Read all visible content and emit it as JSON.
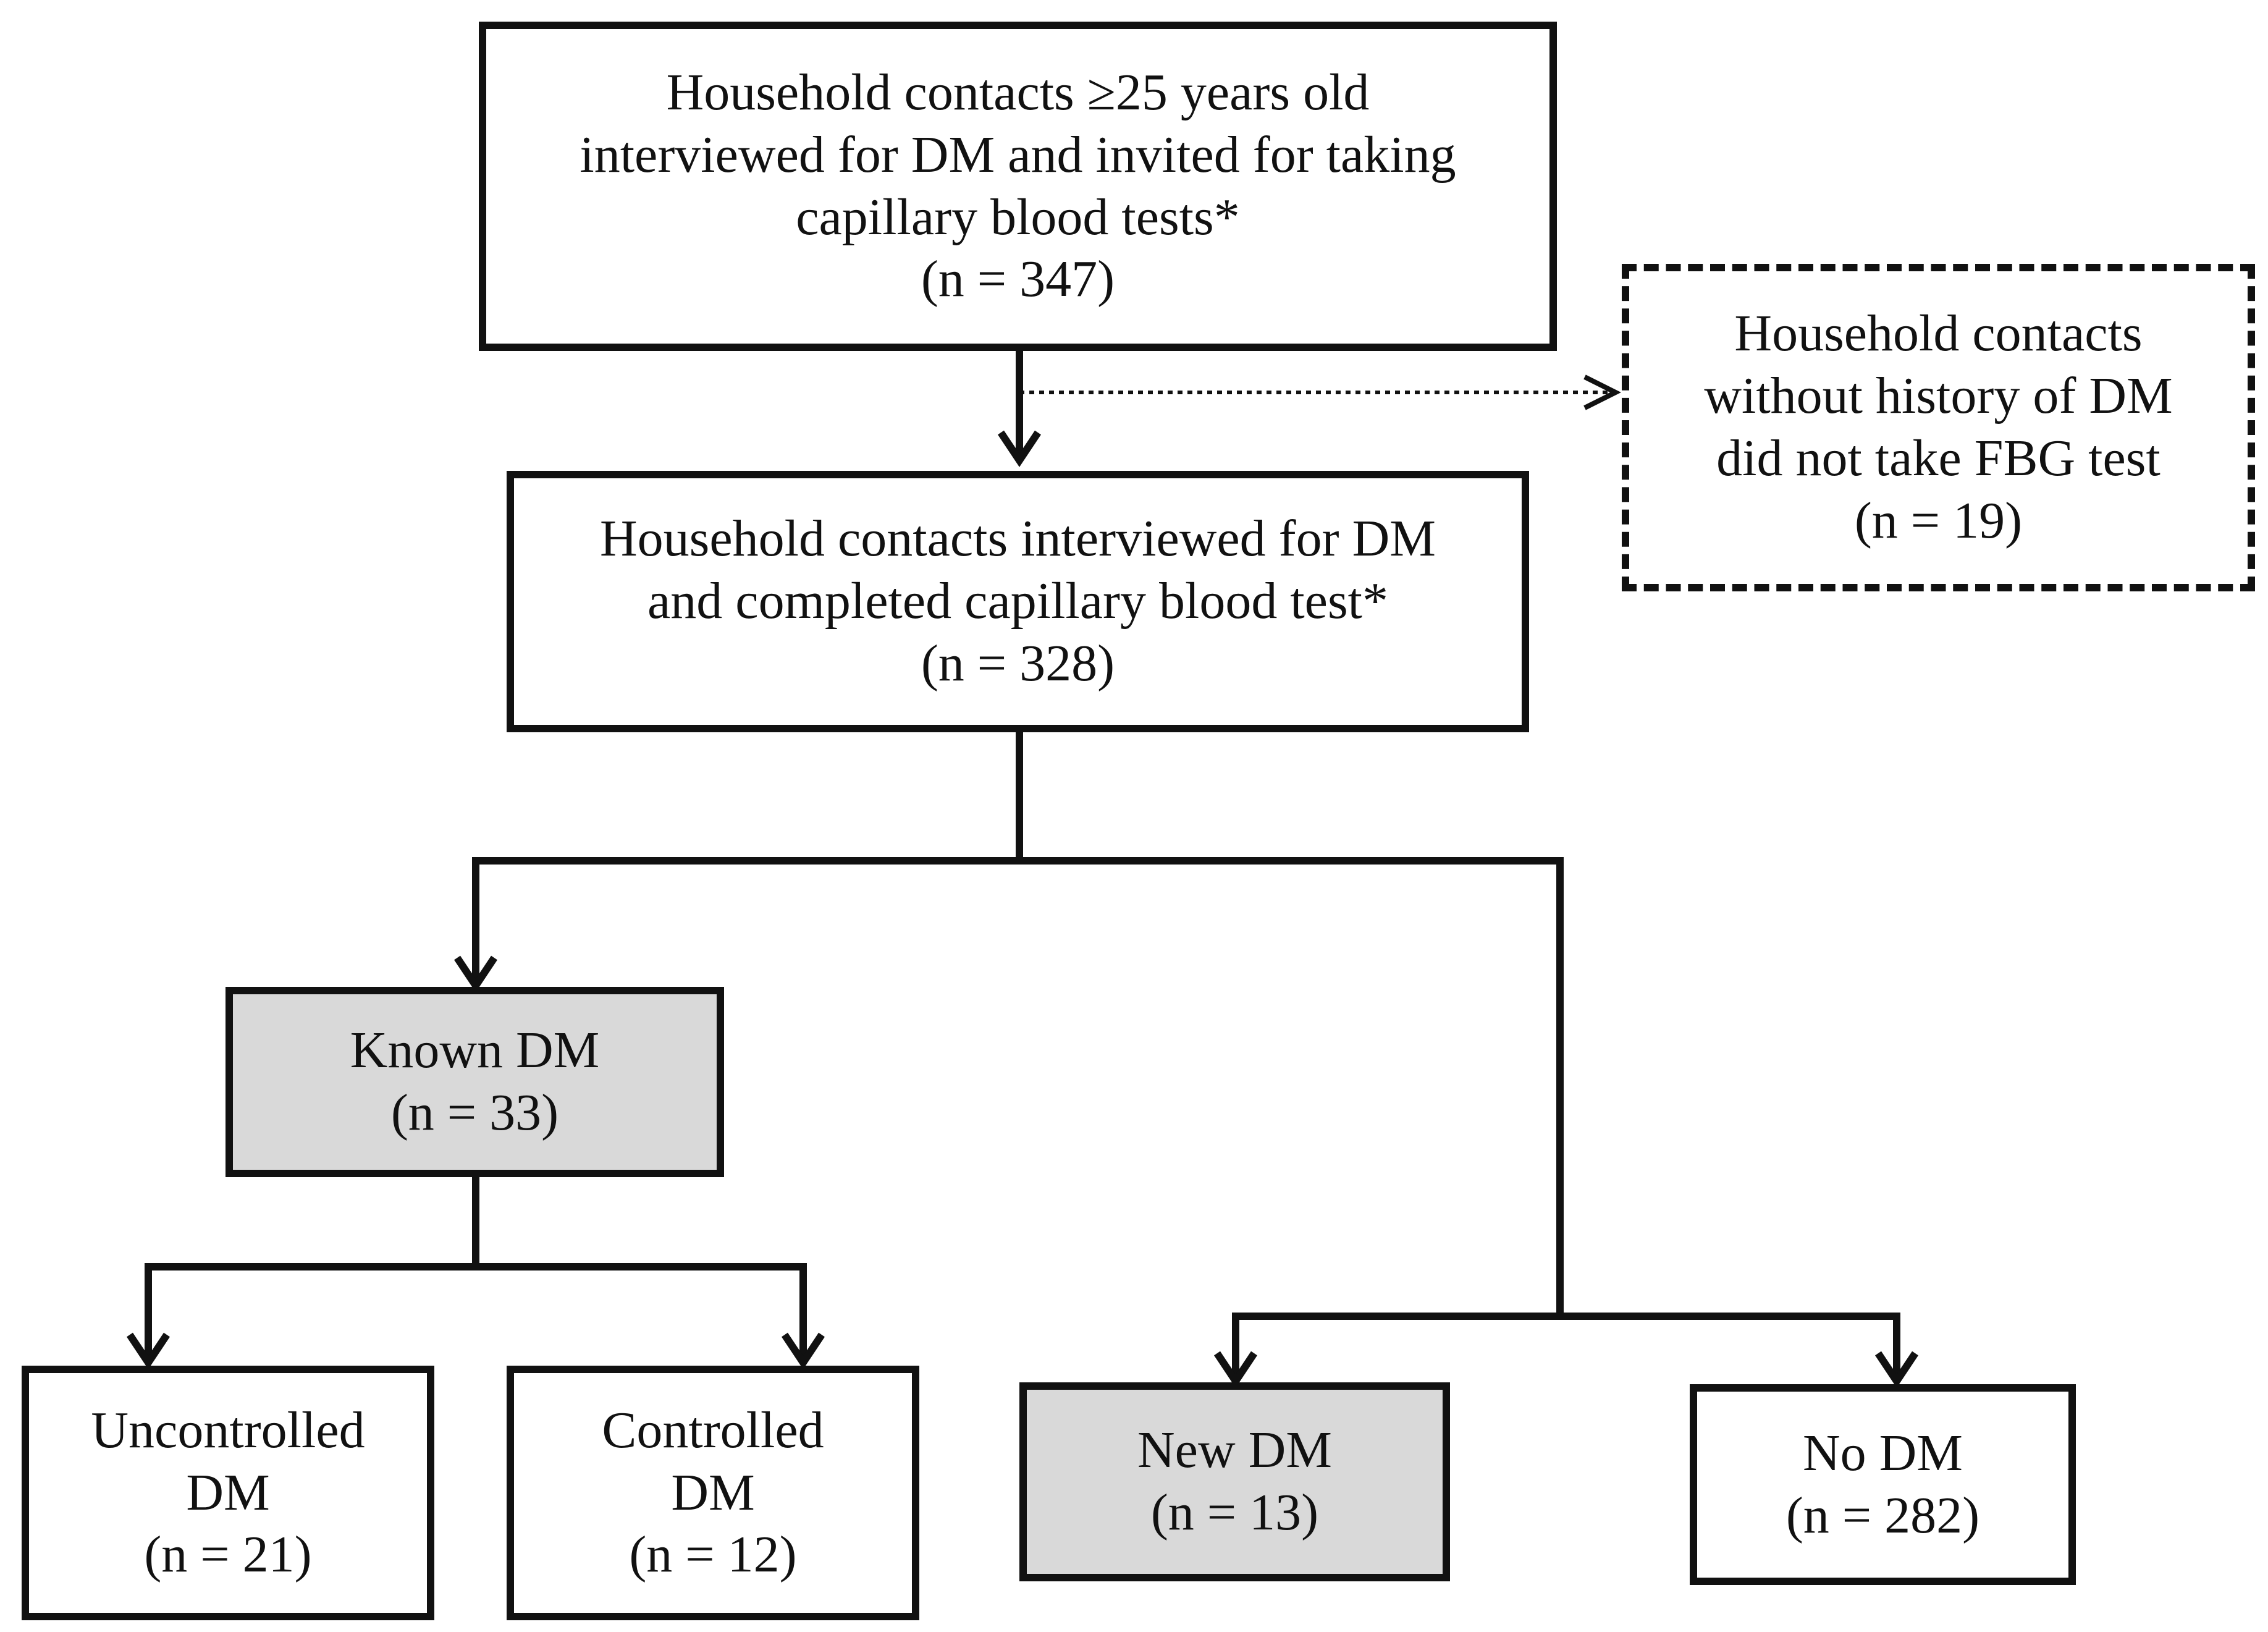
{
  "boxes": {
    "invited": {
      "lines": [
        "Household contacts ≥25 years old",
        "interviewed for DM and invited for taking",
        "capillary blood tests*",
        "(n = 347)"
      ]
    },
    "no_fbg": {
      "lines": [
        "Household contacts",
        "without history of DM",
        "did not take FBG test",
        "(n = 19)"
      ]
    },
    "completed": {
      "lines": [
        "Household contacts interviewed for DM",
        "and completed capillary blood test*",
        "(n = 328)"
      ]
    },
    "known_dm": {
      "lines": [
        "Known DM",
        "(n = 33)"
      ]
    },
    "uncontrolled_dm": {
      "lines": [
        "Uncontrolled",
        "DM",
        "(n = 21)"
      ]
    },
    "controlled_dm": {
      "lines": [
        "Controlled",
        "DM",
        "(n = 12)"
      ]
    },
    "new_dm": {
      "lines": [
        "New DM",
        "(n = 13)"
      ]
    },
    "no_dm": {
      "lines": [
        "No DM",
        "(n = 282)"
      ]
    }
  },
  "colors": {
    "line": "#111111",
    "shaded_fill": "#d9d9d9",
    "box_fill": "#ffffff"
  }
}
